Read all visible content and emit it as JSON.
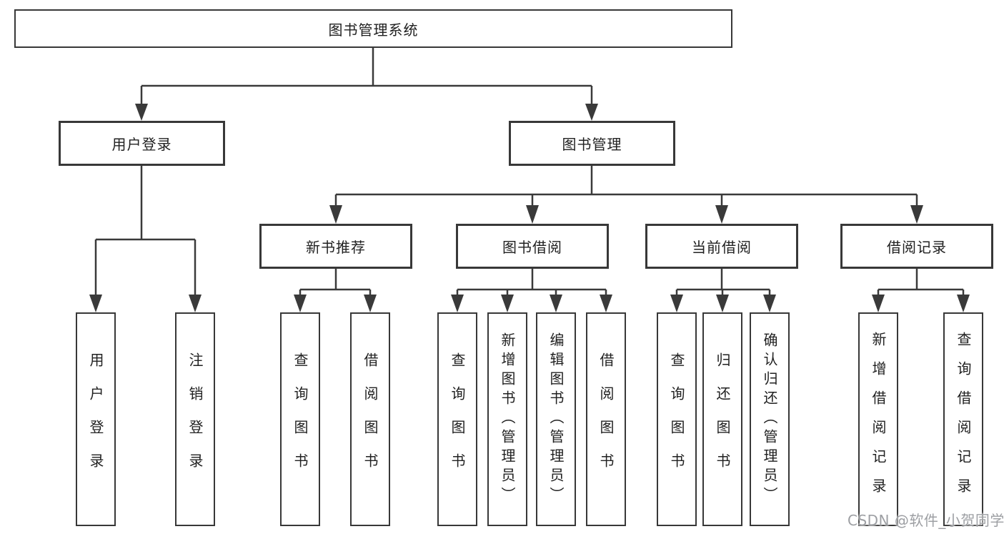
{
  "tree": {
    "label": "图书管理系统",
    "children": [
      {
        "label": "用户登录",
        "children": [
          {
            "label": "用户登录"
          },
          {
            "label": "注销登录"
          }
        ]
      },
      {
        "label": "图书管理",
        "children": [
          {
            "label": "新书推荐",
            "children": [
              {
                "label": "查询图书"
              },
              {
                "label": "借阅图书"
              }
            ]
          },
          {
            "label": "图书借阅",
            "children": [
              {
                "label": "查询图书"
              },
              {
                "label": "新增图书（管理员）"
              },
              {
                "label": "编辑图书（管理员）"
              },
              {
                "label": "借阅图书"
              }
            ]
          },
          {
            "label": "当前借阅",
            "children": [
              {
                "label": "查询图书"
              },
              {
                "label": "归还图书"
              },
              {
                "label": "确认归还（管理员）"
              }
            ]
          },
          {
            "label": "借阅记录",
            "children": [
              {
                "label": "新增借阅记录"
              },
              {
                "label": "查询借阅记录"
              }
            ]
          }
        ]
      }
    ]
  },
  "watermark": "CSDN @软件_小贺同学",
  "colors": {
    "line": "#3a3a3a",
    "box_border": "#383838",
    "text": "#212121",
    "watermark": "#9d9fa3",
    "background": "#ffffff"
  }
}
